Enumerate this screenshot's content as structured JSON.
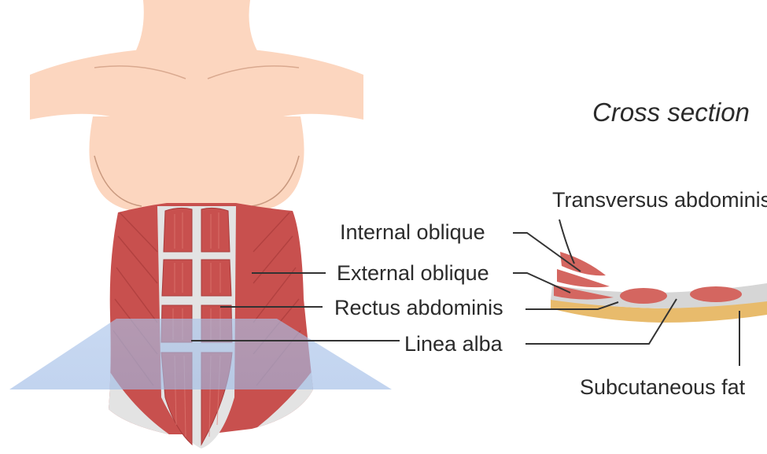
{
  "diagram": {
    "section_title": "Cross section",
    "labels": {
      "transversus": "Transversus abdominis",
      "internal_oblique": "Internal oblique",
      "external_oblique": "External oblique",
      "rectus": "Rectus abdominis",
      "linea_alba": "Linea alba",
      "subcutaneous_fat": "Subcutaneous fat"
    },
    "colors": {
      "skin": "#fcd6bf",
      "muscle": "#c8504e",
      "muscle_dark": "#a83b3b",
      "tendon": "#e3e3e3",
      "section_plane": "#a9c3ea",
      "fat": "#e8bb6c",
      "leader_line": "#333333"
    }
  }
}
